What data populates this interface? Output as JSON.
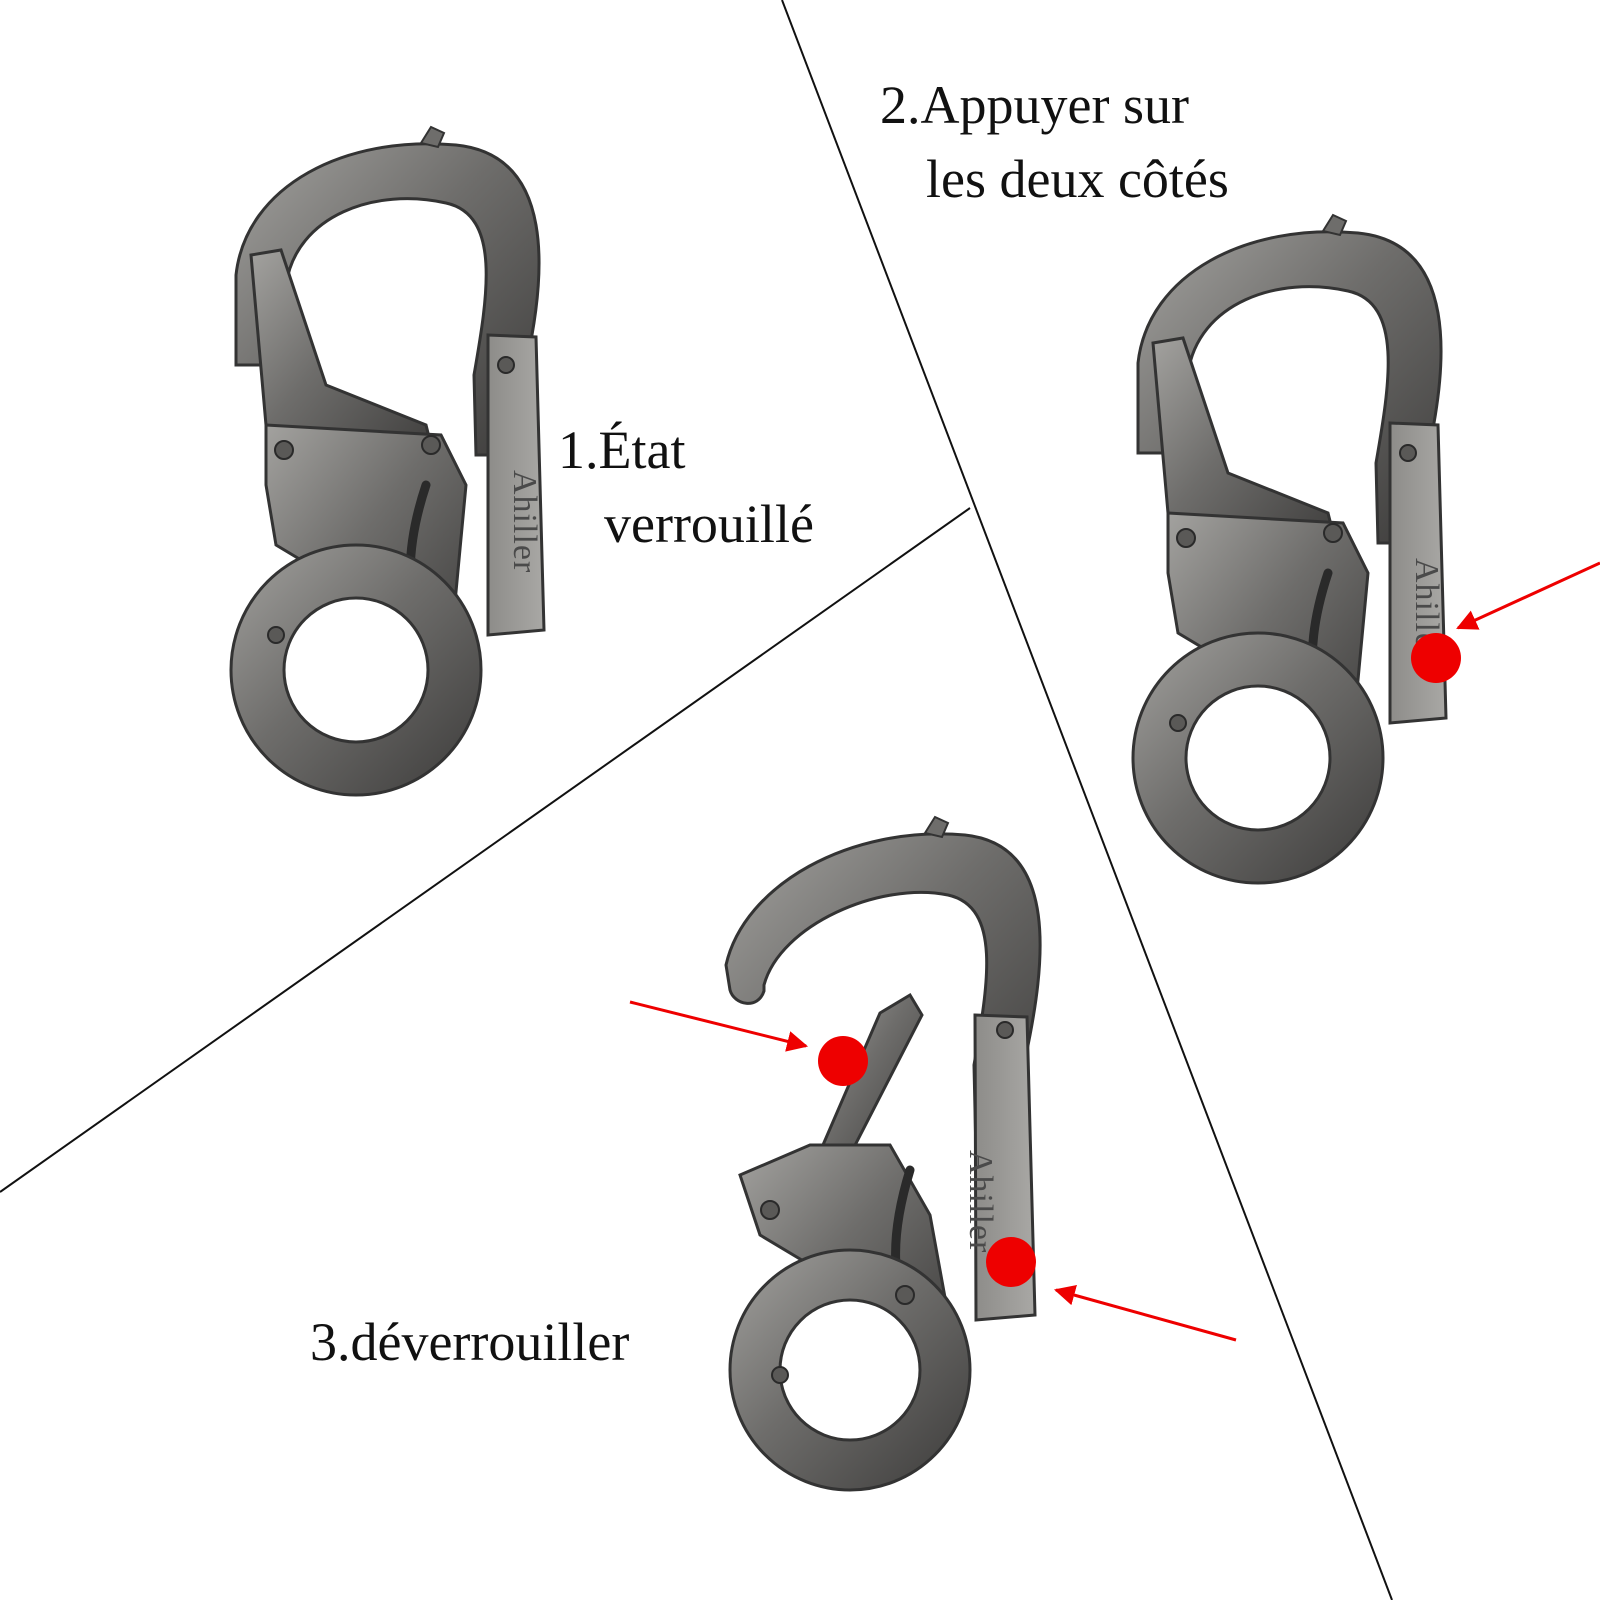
{
  "steps": [
    {
      "label_lines": [
        "1.État",
        "verrouillé"
      ]
    },
    {
      "label_lines": [
        "2.Appuyer sur",
        "les deux côtés"
      ]
    },
    {
      "label_lines": [
        "3.déverrouiller"
      ]
    }
  ],
  "brand_engraving": "Ahiller",
  "colors": {
    "background": "#ffffff",
    "metal": "#6e6d6b",
    "metal_light": "#9a9996",
    "metal_dark": "#3c3b3a",
    "divider": "#111111",
    "press_marker": "#ee0000"
  },
  "icons": [
    "carabiner-locked",
    "carabiner-pressed",
    "carabiner-open",
    "press-point-marker",
    "press-arrow"
  ]
}
